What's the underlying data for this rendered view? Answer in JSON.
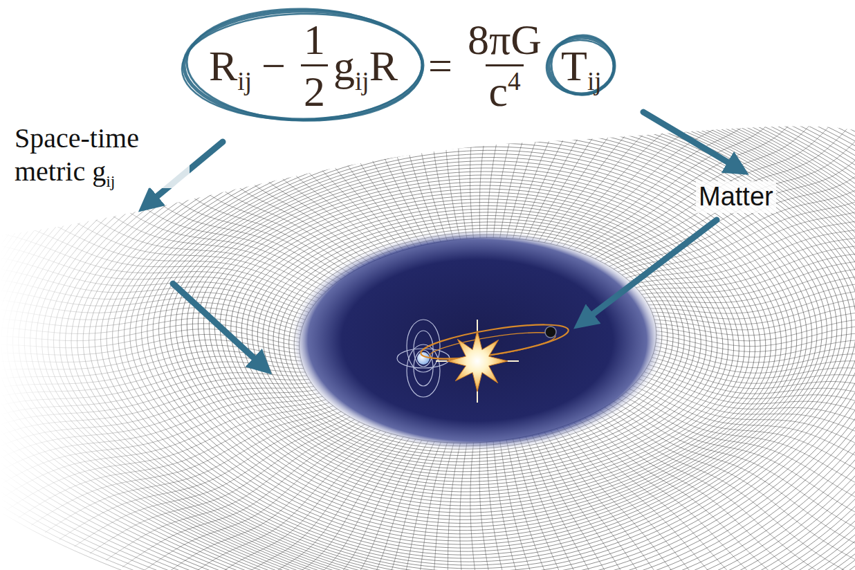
{
  "diagram": {
    "nodes": [
      {
        "text": [
          "R",
          "ij",
          "−",
          "1",
          "2",
          "g",
          "ij",
          "R"
        ]
      },
      {
        "text": [
          "T",
          "ij"
        ]
      }
    ],
    "labels": [
      "=",
      "8πG",
      "c",
      "4",
      "Space-time metric",
      "g",
      "ij",
      "Matter"
    ]
  }
}
